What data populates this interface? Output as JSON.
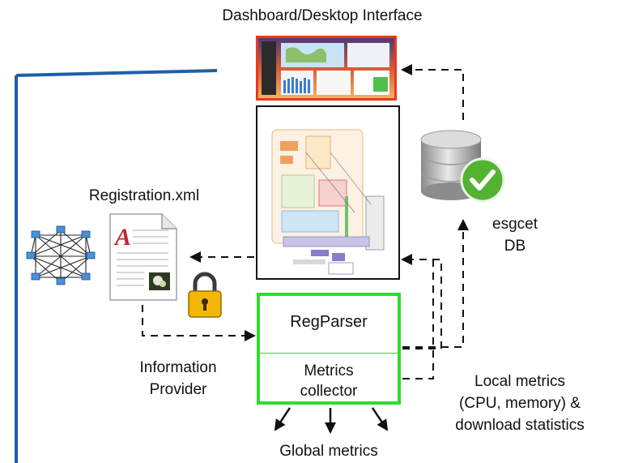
{
  "labels": {
    "dashboard_title": "Dashboard/Desktop Interface",
    "registration_file": "Registration.xml",
    "esgcet_line1": "esgcet",
    "esgcet_line2": "DB",
    "regparser": "RegParser",
    "metrics_line1": "Metrics",
    "metrics_line2": "collector",
    "info_provider_line1": "Information",
    "info_provider_line2": "Provider",
    "local_metrics_line1": "Local metrics",
    "local_metrics_line2": "(CPU, memory) &",
    "local_metrics_line3": "download statistics",
    "global_metrics": "Global metrics"
  },
  "icons": {
    "network": "network-mesh-icon",
    "document": "xml-document-icon",
    "lock": "padlock-icon",
    "database": "database-check-icon"
  },
  "colors": {
    "dashboard_border": "#e8391f",
    "regparser_border": "#2edc2e",
    "blue_frame": "#1f5fa8",
    "lock_gold": "#f2b705",
    "check_green": "#52b232"
  }
}
